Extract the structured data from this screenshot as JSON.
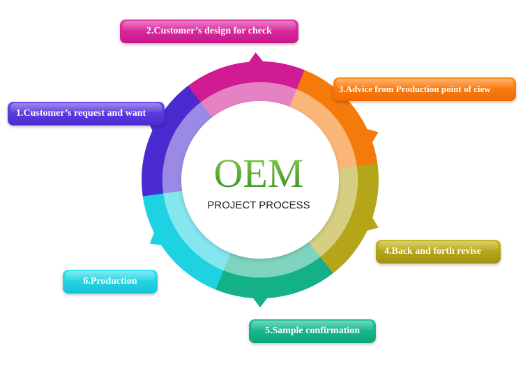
{
  "center": {
    "title": "OEM",
    "subtitle": "PROJECT PROCESS"
  },
  "steps": [
    {
      "label": "1.Customer’s request and want",
      "color": "#4a2bd0"
    },
    {
      "label": "2.Customer’s design for check",
      "color": "#d11b93"
    },
    {
      "label": "3.Advice from Production point of ciew",
      "color": "#f57a0c"
    },
    {
      "label": "4.Back and forth revise",
      "color": "#b5a519"
    },
    {
      "label": "5.Sample confirmation",
      "color": "#14b088"
    },
    {
      "label": "6.Production",
      "color": "#1fd2e2"
    }
  ],
  "colors": {
    "title_green": "#3e9a26",
    "subtitle": "#222222"
  }
}
